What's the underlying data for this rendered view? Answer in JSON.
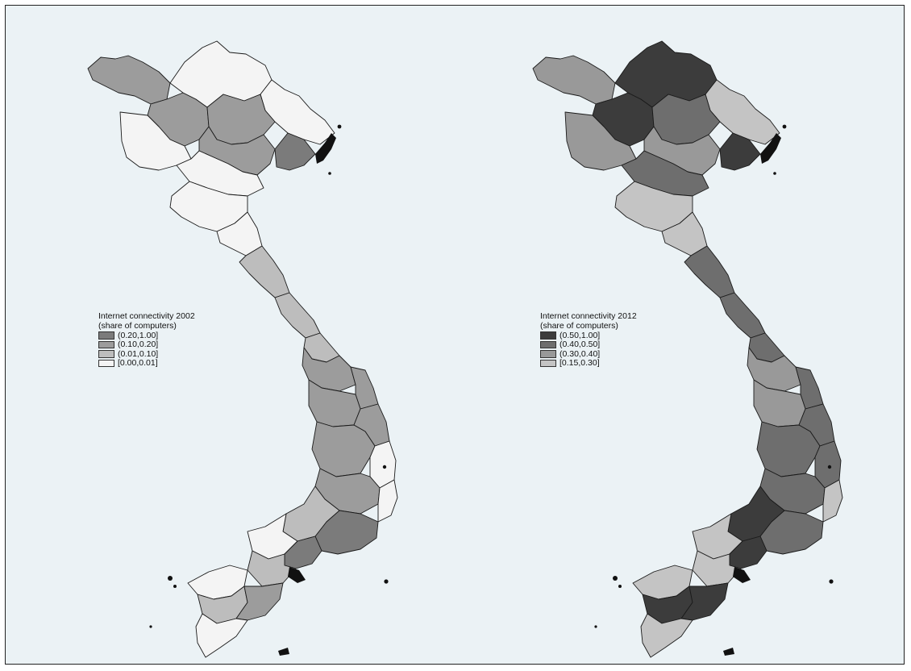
{
  "maps": [
    {
      "year": "2002",
      "legend": {
        "title": "Internet connectivity 2002",
        "subtitle": "(share of computers)",
        "classes": [
          {
            "label": "(0.20,1.00]",
            "color": "#7b7b7b"
          },
          {
            "label": "(0.10,0.20]",
            "color": "#9c9c9c"
          },
          {
            "label": "(0.01,0.10]",
            "color": "#bdbdbd"
          },
          {
            "label": "[0.00,0.01]",
            "color": "#f4f4f4"
          }
        ]
      },
      "regions": [
        {
          "id": "nw-far",
          "cls": 1
        },
        {
          "id": "nw-laichau",
          "cls": 1
        },
        {
          "id": "nw-sonla",
          "cls": 3
        },
        {
          "id": "ne-north",
          "cls": 3
        },
        {
          "id": "ne-east",
          "cls": 3
        },
        {
          "id": "ne-mid",
          "cls": 1
        },
        {
          "id": "red-delta",
          "cls": 1
        },
        {
          "id": "delta-coast",
          "cls": 0
        },
        {
          "id": "thanhhoa",
          "cls": 3
        },
        {
          "id": "nghean",
          "cls": 3
        },
        {
          "id": "hatinh",
          "cls": 3
        },
        {
          "id": "quangbinh",
          "cls": 2
        },
        {
          "id": "quangtri-hue",
          "cls": 2
        },
        {
          "id": "danang",
          "cls": 2
        },
        {
          "id": "kontum",
          "cls": 1
        },
        {
          "id": "quangngai",
          "cls": 1
        },
        {
          "id": "gialai",
          "cls": 1
        },
        {
          "id": "binhdinh",
          "cls": 1
        },
        {
          "id": "daklak",
          "cls": 1
        },
        {
          "id": "khanhhoa",
          "cls": 3
        },
        {
          "id": "lamdong",
          "cls": 1
        },
        {
          "id": "ninhthuan",
          "cls": 3
        },
        {
          "id": "dongnai",
          "cls": 0
        },
        {
          "id": "binhduong",
          "cls": 2
        },
        {
          "id": "tayninh",
          "cls": 3
        },
        {
          "id": "hcmc",
          "cls": 0
        },
        {
          "id": "longan",
          "cls": 2
        },
        {
          "id": "mekong-west",
          "cls": 3
        },
        {
          "id": "mekong-mid",
          "cls": 2
        },
        {
          "id": "mekong-east",
          "cls": 1
        },
        {
          "id": "camau",
          "cls": 3
        }
      ]
    },
    {
      "year": "2012",
      "legend": {
        "title": "Internet connectivity 2012",
        "subtitle": "(share of computers)",
        "classes": [
          {
            "label": "(0.50,1.00]",
            "color": "#3c3c3c"
          },
          {
            "label": "(0.40,0.50]",
            "color": "#6e6e6e"
          },
          {
            "label": "(0.30,0.40]",
            "color": "#999999"
          },
          {
            "label": "[0.15,0.30]",
            "color": "#c4c4c4"
          }
        ]
      },
      "regions": [
        {
          "id": "nw-far",
          "cls": 2
        },
        {
          "id": "nw-laichau",
          "cls": 0
        },
        {
          "id": "nw-sonla",
          "cls": 2
        },
        {
          "id": "ne-north",
          "cls": 0
        },
        {
          "id": "ne-east",
          "cls": 3
        },
        {
          "id": "ne-mid",
          "cls": 1
        },
        {
          "id": "red-delta",
          "cls": 2
        },
        {
          "id": "delta-coast",
          "cls": 0
        },
        {
          "id": "thanhhoa",
          "cls": 1
        },
        {
          "id": "nghean",
          "cls": 3
        },
        {
          "id": "hatinh",
          "cls": 3
        },
        {
          "id": "quangbinh",
          "cls": 1
        },
        {
          "id": "quangtri-hue",
          "cls": 1
        },
        {
          "id": "danang",
          "cls": 1
        },
        {
          "id": "kontum",
          "cls": 2
        },
        {
          "id": "quangngai",
          "cls": 1
        },
        {
          "id": "gialai",
          "cls": 2
        },
        {
          "id": "binhdinh",
          "cls": 1
        },
        {
          "id": "daklak",
          "cls": 1
        },
        {
          "id": "khanhhoa",
          "cls": 1
        },
        {
          "id": "lamdong",
          "cls": 1
        },
        {
          "id": "ninhthuan",
          "cls": 3
        },
        {
          "id": "dongnai",
          "cls": 1
        },
        {
          "id": "binhduong",
          "cls": 0
        },
        {
          "id": "tayninh",
          "cls": 3
        },
        {
          "id": "hcmc",
          "cls": 0
        },
        {
          "id": "longan",
          "cls": 3
        },
        {
          "id": "mekong-west",
          "cls": 3
        },
        {
          "id": "mekong-mid",
          "cls": 0
        },
        {
          "id": "mekong-east",
          "cls": 0
        },
        {
          "id": "camau",
          "cls": 3
        }
      ]
    }
  ]
}
